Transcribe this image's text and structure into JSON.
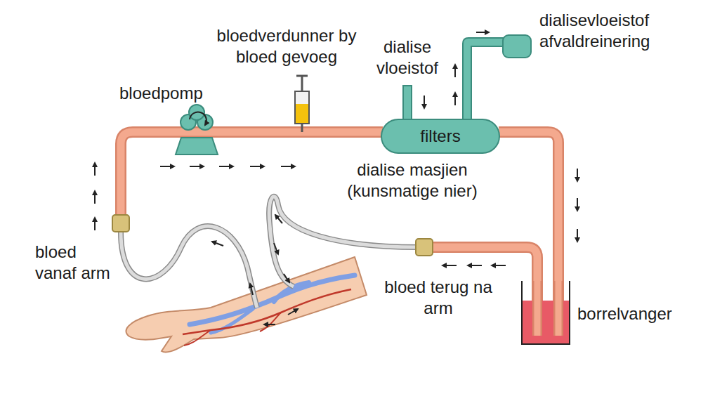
{
  "diagram": {
    "nodes": [
      {
        "text": [
          "filters"
        ]
      }
    ],
    "labels": [
      "bloedverdunner by bloed gevoeg",
      "dialise vloeistof",
      "dialisevloeistof afvaldreinering",
      "bloedpomp",
      "dialise masjien (kunsmatige nier)",
      "bloed vanaf arm",
      "bloed terug na arm",
      "borrelvanger"
    ]
  }
}
